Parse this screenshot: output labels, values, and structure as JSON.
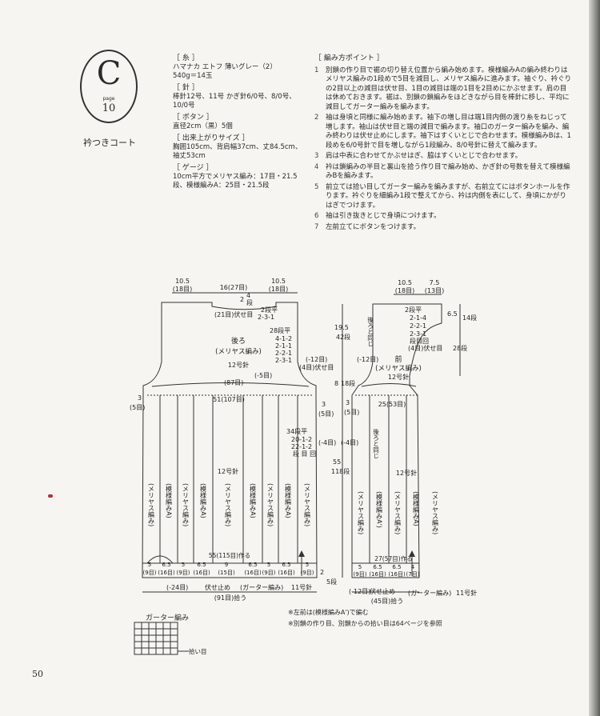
{
  "pattern": {
    "letter": "C",
    "page_label": "page",
    "page_number": "10",
    "title": "衿つきコート"
  },
  "spec": {
    "yarn_header": "［ 糸 ］",
    "yarn_lines": [
      "ハマナカ エトフ 薄いグレー（2）",
      "540g＝14玉"
    ],
    "needles_header": "［ 針 ］",
    "needles_lines": [
      "棒針12号、11号 かぎ針6/0号、8/0号、",
      "10/0号"
    ],
    "buttons_header": "［ ボタン ］",
    "buttons_lines": [
      "直径2cm（黒）5個"
    ],
    "size_header": "［ 出来上がりサイズ ］",
    "size_lines": [
      "胸囲105cm、背肩幅37cm、丈84.5cm、",
      "袖丈53cm"
    ],
    "gauge_header": "［ ゲージ ］",
    "gauge_lines": [
      "10cm平方でメリヤス編み：17目・21.5",
      "段、模様編みA：25目・21.5段"
    ]
  },
  "points": {
    "header": "［ 編み方ポイント ］",
    "items": [
      {
        "n": "1",
        "text": "別鎖の作り目で裾の切り替え位置から編み始めます。模様編みAの編み終わりはメリヤス編みの1段めで5目を減目し、メリヤス編みに進みます。袖ぐり、衿ぐりの2目以上の減目は伏せ目、1目の減目は端の1目を2目めにかぶせます。肩の目は休めておきます。裾は、別鎖の鎖編みをほどきながら目を棒針に移し、平均に減目してガーター編みを編みます。"
      },
      {
        "n": "2",
        "text": "袖は身頃と同様に編み始めます。袖下の増し目は端1目内側の渡り糸をねじって増します。袖山は伏せ目と端の減目で編みます。袖口のガーター編みを編み、編み終わりは伏せ止めにします。袖下はすくいとじで合わせます。模様編みBは、1段めを6/0号針で目を増しながら1段編み、8/0号針に替えて編みます。"
      },
      {
        "n": "3",
        "text": "肩は中表に合わせてかぶせはぎ、脇はすくいとじで合わせます。"
      },
      {
        "n": "4",
        "text": "衿は鎖編みの半目と裏山を拾う作り目で編み始め、かぎ針の号数を替えて模様編みBを編みます。"
      },
      {
        "n": "5",
        "text": "前立ては拾い目してガーター編みを編みますが、右前立てにはボタンホールを作ります。衿ぐりを細編み1段で整えてから、衿は内側を表にして、身頃にかがりはぎでつけます。"
      },
      {
        "n": "6",
        "text": "袖は引き抜きとじで身頃につけます。"
      },
      {
        "n": "7",
        "text": "左前立てにボタンをつけます。"
      }
    ]
  },
  "back": {
    "top_left": "10.5",
    "top_left_sts": "(18目)",
    "top_mid": "16(27目)",
    "top_right": "10.5",
    "top_right_sts": "(18目)",
    "neck_rows": "2",
    "neck_rows2": "4",
    "neck_rows_unit": "段",
    "neck_bindoff": "(21目)伏せ目",
    "neck_dec_head": "2段平",
    "neck_dec": "2-3-1",
    "name": "後ろ",
    "stitch": "(メリヤス編み)",
    "needle": "12号針",
    "armhole_head": "28段平",
    "armhole_lines": [
      "4-1-2",
      "2-1-1",
      "2-2-1",
      "2-3-1"
    ],
    "armhole_bindoff": "(-12目)",
    "armhole_bindoff2": "(4目)伏せ目",
    "dec5": "(-5目)",
    "width87": "(87目)",
    "side_left": "3",
    "side_left_sts": "(5目)",
    "side_right": "3",
    "side_right_sts": "(5目)",
    "width51": "51(107目)",
    "side_head": "34段平",
    "side_lines": [
      "20-1-2",
      "22-1-2"
    ],
    "side_tail": "段 目 回",
    "side_dec": "(-4目)",
    "needle_mid": "12号針",
    "panels": [
      "(メリヤス編み)",
      "(模様編みA)",
      "(メリヤス編み)",
      "(模様編みA)",
      "(メリヤス編み)",
      "(模様編みA)",
      "(メリヤス編み)",
      "(模様編みA)",
      "(メリヤス編み)"
    ],
    "hem_cast": "55(115目)作る",
    "hem_widths": [
      "5",
      "6.5",
      "5",
      "6.5",
      "9",
      "6.5",
      "5",
      "6.5",
      "5"
    ],
    "hem_sts": [
      "(9目)",
      "(16目)",
      "(9目)",
      "(16目)",
      "(15目)",
      "(16目)",
      "(9目)",
      "(16目)",
      "(9目)"
    ],
    "dec24": "(-24目)",
    "bindoff": "伏せ止め",
    "garter": "(ガーター編み)",
    "needle11": "11号針",
    "pickup": "(91目)拾う",
    "hem_rows": "2",
    "hem_rows_unit": "5段"
  },
  "front": {
    "top_left": "10.5",
    "top_left_sts": "(18目)",
    "top_right": "7.5",
    "top_right_sts": "(13目)",
    "shoulder_rows": "6.5",
    "shoulder_rows_unit": "14段",
    "neck_head": "2段平",
    "neck_lines": [
      "2-1-4",
      "2-2-1",
      "2-3-1"
    ],
    "neck_tail": "段目回",
    "neck_bindoff": "(4目)伏せ目",
    "same_as_back": "後ろと同じ",
    "neck_dec": "(-12目)",
    "neck_depth": "28段",
    "name": "前",
    "stitch": "(メリヤス編み)",
    "needle": "12号針",
    "armhole_depth": "19.5",
    "armhole_rows": "42段",
    "yoke_depth": "8",
    "yoke_rows": "18段",
    "side_left": "3",
    "side_left_sts": "(5目)",
    "width25": "25(53目)",
    "same_as_back2": "後ろと同じ",
    "side_dec": "(-4目)",
    "body_len": "55",
    "body_rows": "118段",
    "needle_mid": "12号針",
    "panels": [
      "(メリヤス編み)",
      "(模様編みA')",
      "(メリヤス編み)",
      "(模様編みA)",
      "(メリヤス編み)"
    ],
    "hem_cast": "27(57目)作る",
    "hem_widths": [
      "5",
      "6.5",
      "6.5",
      "4"
    ],
    "hem_sts": [
      "(9目)",
      "(16目)",
      "(16目)",
      "(7目)"
    ],
    "dec12": "(-12目)",
    "bindoff": "伏せ止め",
    "garter": "(ガーター編み)",
    "needle11": "11号針",
    "pickup": "(45目)拾う"
  },
  "garter_chart": {
    "title": "ガーター編み",
    "pickup_label": "拾い目"
  },
  "notes": [
    "※左前は(模様編みA')で編む",
    "※別鎖の作り目、別鎖からの拾い目は64ページを参照"
  ],
  "footer": {
    "page": "50"
  }
}
